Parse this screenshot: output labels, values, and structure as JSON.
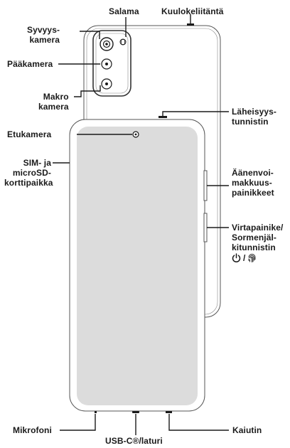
{
  "labels": {
    "flash": "Salama",
    "headphone_jack": "Kuulokeliitäntä",
    "depth_camera": [
      "Syvyys-",
      "kamera"
    ],
    "main_camera": "Pääkamera",
    "macro_camera": [
      "Makro",
      "kamera"
    ],
    "proximity_sensor": [
      "Läheisyys-",
      "tunnistin"
    ],
    "front_camera": "Etukamera",
    "sim_slot": [
      "SIM- ja",
      "microSD-",
      "korttipaikka"
    ],
    "volume_buttons": [
      "Äänenvoi-",
      "makkuus-",
      "painikkeet"
    ],
    "power_button": [
      "Virtapainike/",
      "Sormenjäl-",
      "kitunnistin"
    ],
    "power_icons_separator": "/",
    "microphone": "Mikrofoni",
    "usb_port": "USB-C®/laturi",
    "speaker": "Kaiutin"
  },
  "icons": {
    "power": "power-icon",
    "fingerprint": "fingerprint-icon"
  },
  "colors": {
    "line": "#1a1a1a",
    "screen": "#dcdcdc",
    "outline": "#555555"
  }
}
